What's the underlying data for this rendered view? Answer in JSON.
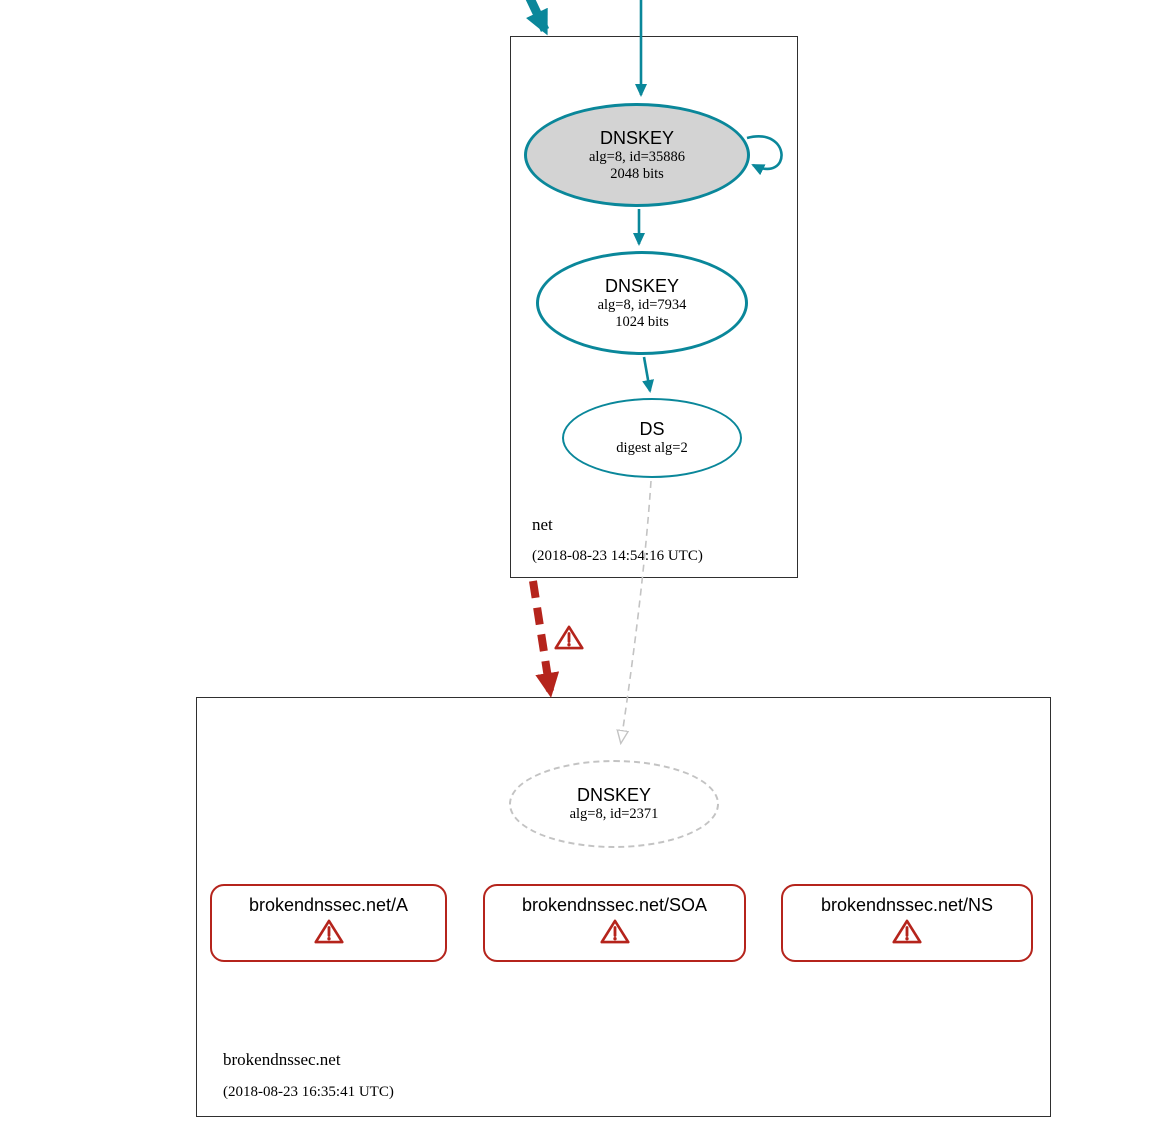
{
  "colors": {
    "secure_teal": "#0a879a",
    "bogus_red": "#b5241c",
    "ksk_fill": "#d3d3d3",
    "insecure_gray": "#c3c3c3"
  },
  "icons": {
    "warning": "warning-triangle"
  },
  "zones": {
    "net": {
      "name": "net",
      "timestamp": "(2018-08-23 14:54:16 UTC)",
      "ksk": {
        "label": "DNSKEY",
        "line1": "alg=8, id=35886",
        "line2": "2048 bits"
      },
      "zsk": {
        "label": "DNSKEY",
        "line1": "alg=8, id=7934",
        "line2": "1024 bits"
      },
      "ds": {
        "label": "DS",
        "line1": "digest alg=2"
      }
    },
    "brokendnssec": {
      "name": "brokendnssec.net",
      "timestamp": "(2018-08-23 16:35:41 UTC)",
      "dnskey": {
        "label": "DNSKEY",
        "line1": "alg=8, id=2371"
      },
      "rrsets": [
        {
          "label": "brokendnssec.net/A"
        },
        {
          "label": "brokendnssec.net/SOA"
        },
        {
          "label": "brokendnssec.net/NS"
        }
      ]
    }
  }
}
